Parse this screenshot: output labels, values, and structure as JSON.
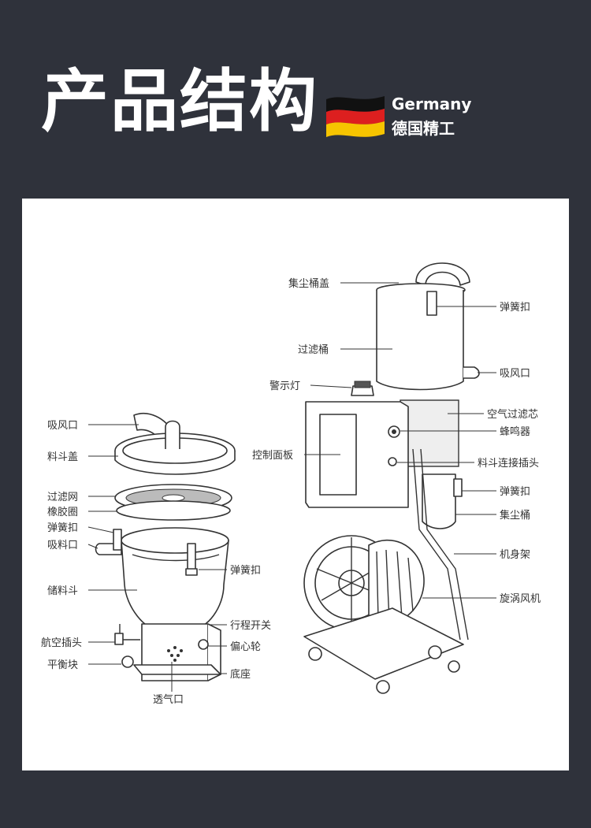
{
  "header": {
    "title": "产品结构",
    "brand_en": "Germany",
    "brand_cn": "德国精工",
    "flag_colors": [
      "#111111",
      "#dd1f1f",
      "#f6c400"
    ]
  },
  "left_labels": {
    "suction_port": "吸风口",
    "hopper_lid": "料斗盖",
    "filter_mesh": "过滤网",
    "rubber_ring": "橡胶圈",
    "spring_clip_a": "弹簧扣",
    "feed_port": "吸料口",
    "storage_hopper": "储料斗",
    "spring_clip_b": "弹簧扣",
    "aviation_plug": "航空插头",
    "travel_switch": "行程开关",
    "counterweight": "平衡块",
    "eccentric_wheel": "偏心轮",
    "base": "底座",
    "vent": "透气口"
  },
  "right_labels": {
    "dust_bucket_lid": "集尘桶盖",
    "spring_clip_top": "弹簧扣",
    "filter_bucket": "过滤桶",
    "suction_port": "吸风口",
    "warning_light": "警示灯",
    "air_filter_core": "空气过滤芯",
    "buzzer": "蜂鸣器",
    "control_panel": "控制面板",
    "hopper_plug": "料斗连接插头",
    "spring_clip_mid": "弹簧扣",
    "dust_bucket": "集尘桶",
    "frame": "机身架",
    "vortex_blower": "旋涡风机"
  }
}
